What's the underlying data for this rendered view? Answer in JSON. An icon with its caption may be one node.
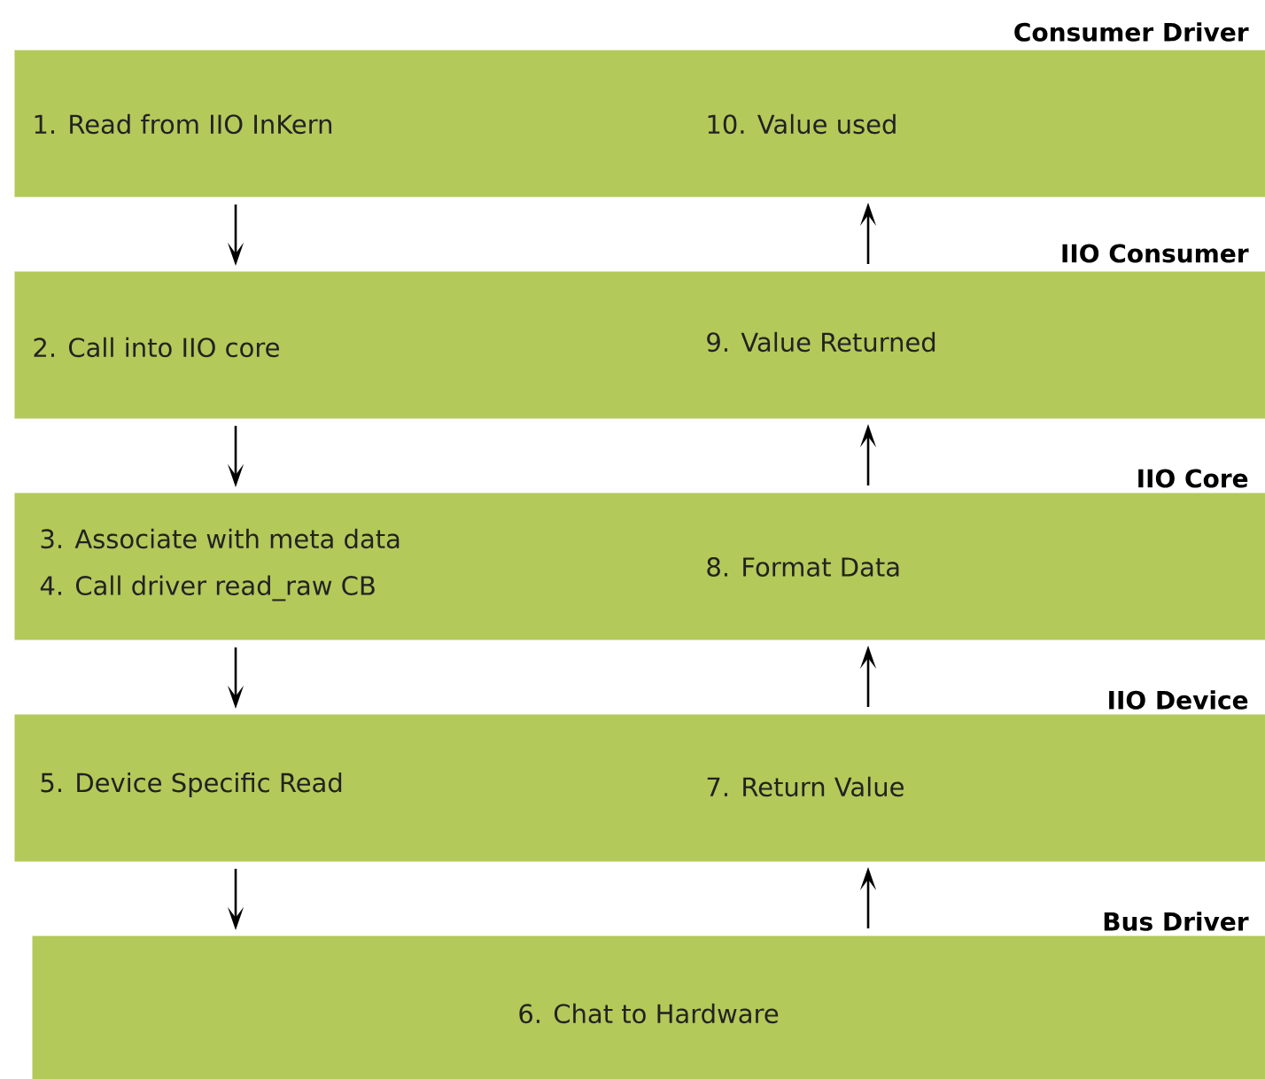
{
  "diagram": {
    "nodes": [
      {
        "text": [
          "Consumer Driver",
          "1. Read from IIO InKern",
          "10. Value used"
        ]
      },
      {
        "text": [
          "IIO Consumer",
          "2. Call into IIO core",
          "9. Value Returned"
        ]
      },
      {
        "text": [
          "IIO Core",
          "3. Associate with meta data",
          "4. Call driver read_raw CB",
          "8. Format Data"
        ]
      },
      {
        "text": [
          "IIO Device",
          "5. Device Specific Read",
          "7. Return Value"
        ]
      },
      {
        "text": [
          "Bus Driver",
          "6. Chat to Hardware"
        ]
      }
    ],
    "edges": [
      {
        "from": 0,
        "to": 1,
        "arrow": "to"
      },
      {
        "from": 1,
        "to": 2,
        "arrow": "to"
      },
      {
        "from": 2,
        "to": 3,
        "arrow": "to"
      },
      {
        "from": 3,
        "to": 4,
        "arrow": "to"
      },
      {
        "from": 4,
        "to": 3,
        "arrow": "to"
      },
      {
        "from": 3,
        "to": 2,
        "arrow": "to"
      },
      {
        "from": 2,
        "to": 1,
        "arrow": "to"
      },
      {
        "from": 1,
        "to": 0,
        "arrow": "to"
      }
    ]
  }
}
